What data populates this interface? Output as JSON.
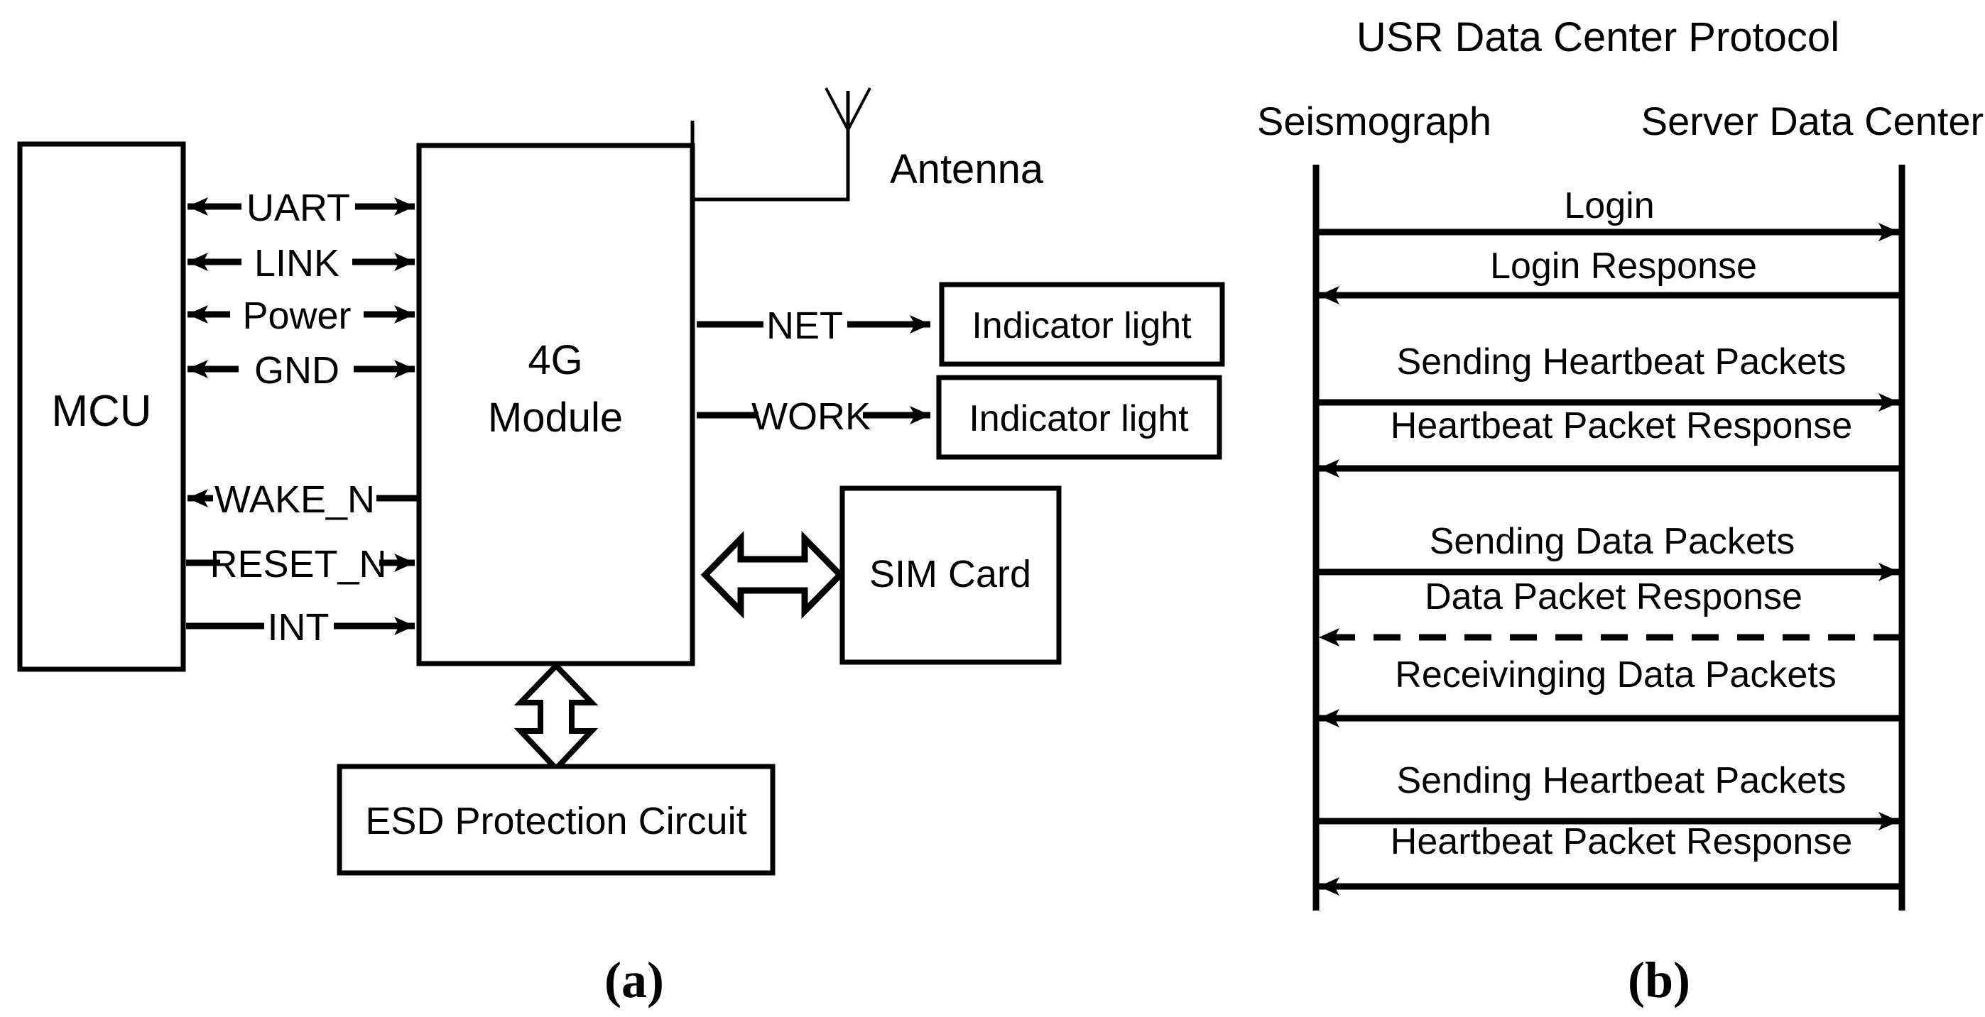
{
  "figure": {
    "panel_a": {
      "caption": "(a)",
      "blocks": [
        {
          "id": "mcu",
          "label": "MCU"
        },
        {
          "id": "module",
          "label_line1": "4G",
          "label_line2": "Module"
        },
        {
          "id": "led_net",
          "label": "Indicator light"
        },
        {
          "id": "led_work",
          "label": "Indicator light"
        },
        {
          "id": "sim",
          "label": "SIM Card"
        },
        {
          "id": "esd",
          "label": "ESD Protection Circuit"
        }
      ],
      "antenna_label": "Antenna",
      "bus_signals": [
        {
          "label": "UART",
          "direction": "bidirectional"
        },
        {
          "label": "LINK",
          "direction": "bidirectional"
        },
        {
          "label": "Power",
          "direction": "bidirectional"
        },
        {
          "label": "GND",
          "direction": "bidirectional"
        }
      ],
      "control_signals": [
        {
          "label": "WAKE_N",
          "direction": "left"
        },
        {
          "label": "RESET_N",
          "direction": "right"
        },
        {
          "label": "INT",
          "direction": "right"
        }
      ],
      "led_signals": [
        {
          "label": "NET",
          "direction": "right"
        },
        {
          "label": "WORK",
          "direction": "right"
        }
      ],
      "sim_link": {
        "direction": "bidirectional-block"
      },
      "esd_link": {
        "direction": "bidirectional-block-vertical"
      }
    },
    "panel_b": {
      "caption": "(b)",
      "title": "USR Data Center Protocol",
      "lifelines": [
        {
          "id": "left",
          "label": "Seismograph"
        },
        {
          "id": "right",
          "label": "Server Data Center"
        }
      ],
      "messages": [
        {
          "label": "Login",
          "direction": "right",
          "style": "solid"
        },
        {
          "label": "Login Response",
          "direction": "left",
          "style": "solid"
        },
        {
          "label": "Sending Heartbeat Packets",
          "direction": "right",
          "style": "solid"
        },
        {
          "label": "Heartbeat Packet Response",
          "direction": "left",
          "style": "solid"
        },
        {
          "label": "Sending Data Packets",
          "direction": "right",
          "style": "solid"
        },
        {
          "label": "Data Packet Response",
          "direction": "left",
          "style": "dashed"
        },
        {
          "label": "Receivinging Data Packets",
          "direction": "left",
          "style": "solid"
        },
        {
          "label": "Sending Heartbeat Packets",
          "direction": "right",
          "style": "solid"
        },
        {
          "label": "Heartbeat Packet Response",
          "direction": "left",
          "style": "solid"
        }
      ]
    }
  },
  "colors": {
    "ink": "#000000",
    "paper": "#ffffff"
  }
}
